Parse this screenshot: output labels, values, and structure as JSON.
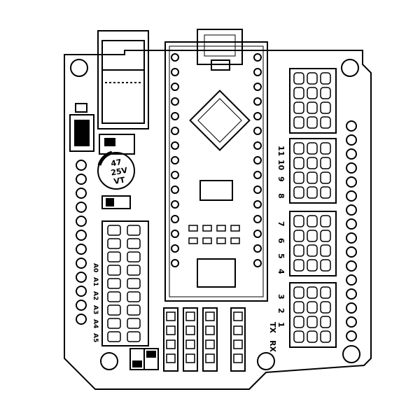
{
  "board": {
    "capacitor_label": {
      "line1": "47",
      "line2": "25V",
      "line3": "VT"
    },
    "digital_pins": [
      "11",
      "10",
      "9",
      "8",
      "7",
      "6",
      "5",
      "4",
      "3",
      "2",
      "1"
    ],
    "serial_labels": [
      "TX",
      "RX"
    ],
    "left_pins": [
      "A0",
      "A1",
      "A2",
      "A3",
      "A4",
      "A5"
    ]
  },
  "colors": {
    "ink": "#000000",
    "board": "#ffffff"
  }
}
